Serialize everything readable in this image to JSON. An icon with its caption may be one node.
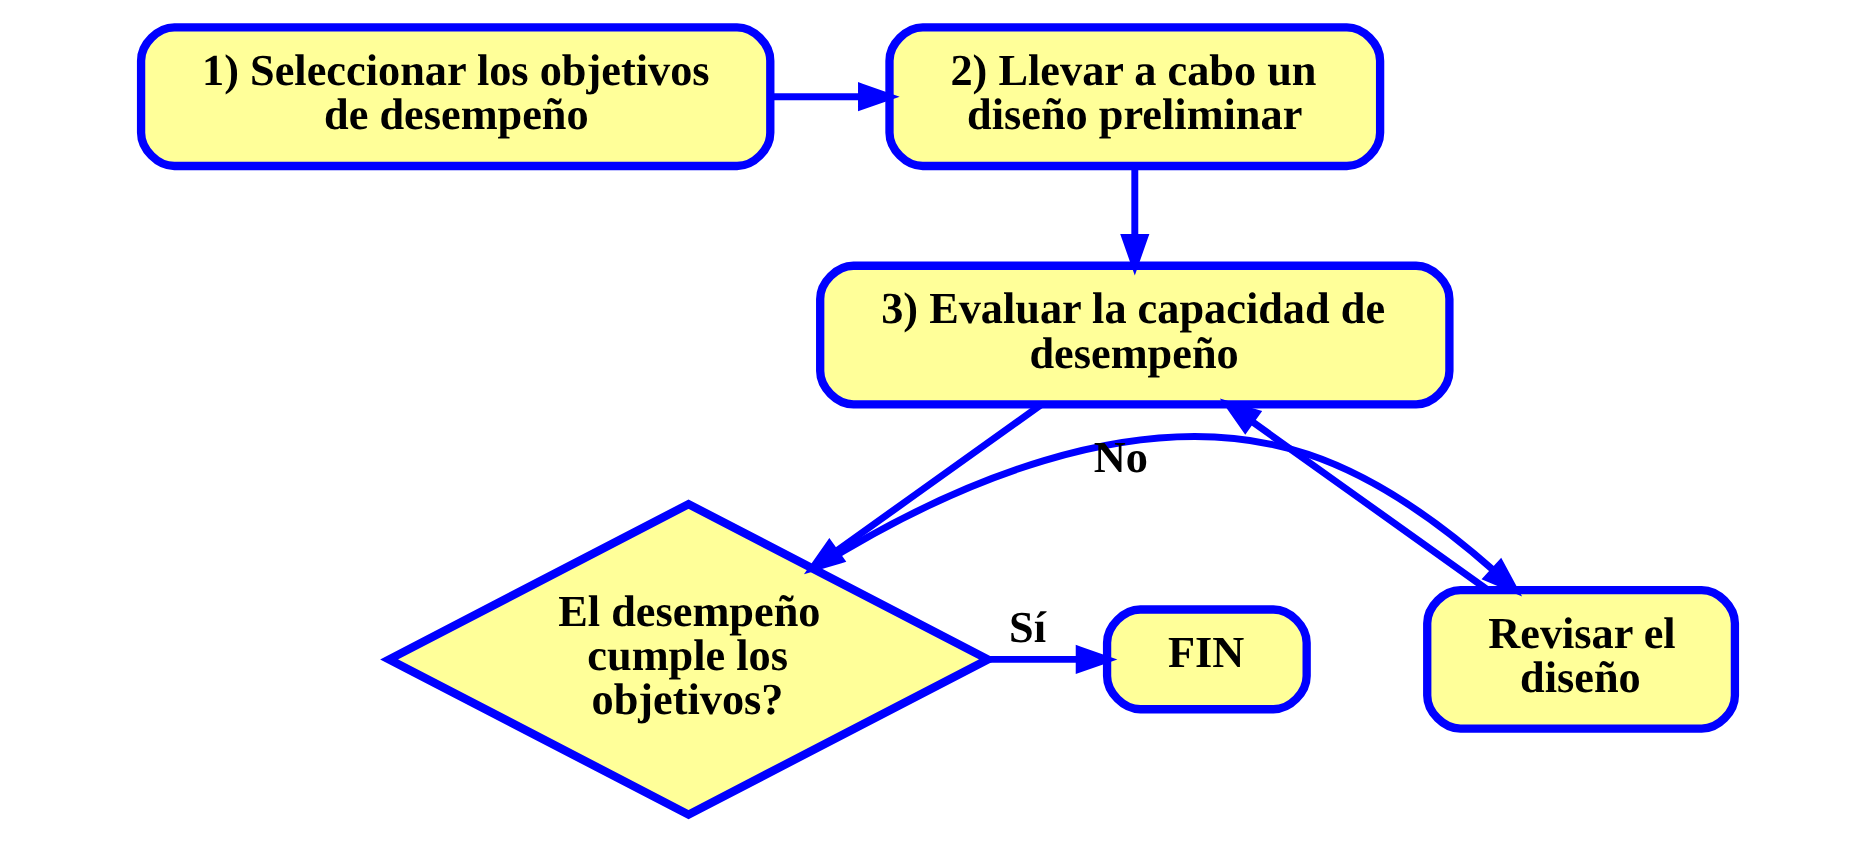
{
  "diagram": {
    "nodes": [
      {
        "text": [
          "1) Seleccionar los objetivos de desempeño"
        ]
      },
      {
        "text": [
          "2) Llevar a cabo un diseño preliminar"
        ]
      },
      {
        "text": [
          "3) Evaluar la capacidad de desempeño"
        ]
      },
      {
        "text": [
          "Revisar el diseño"
        ]
      },
      {
        "text": [
          "El desempeño cumple los objetivos?"
        ]
      },
      {
        "text": [
          "FIN"
        ]
      }
    ],
    "edges": [
      {
        "from": 0,
        "to": 1,
        "arrow": "to"
      },
      {
        "from": 1,
        "to": 2,
        "arrow": "to"
      },
      {
        "from": 2,
        "to": 4,
        "arrow": "to"
      },
      {
        "from": 4,
        "to": 3,
        "arrow": "to",
        "label": "No"
      },
      {
        "from": 3,
        "to": 2,
        "arrow": "to"
      },
      {
        "from": 4,
        "to": 5,
        "arrow": "to",
        "label": "Sí"
      }
    ]
  }
}
